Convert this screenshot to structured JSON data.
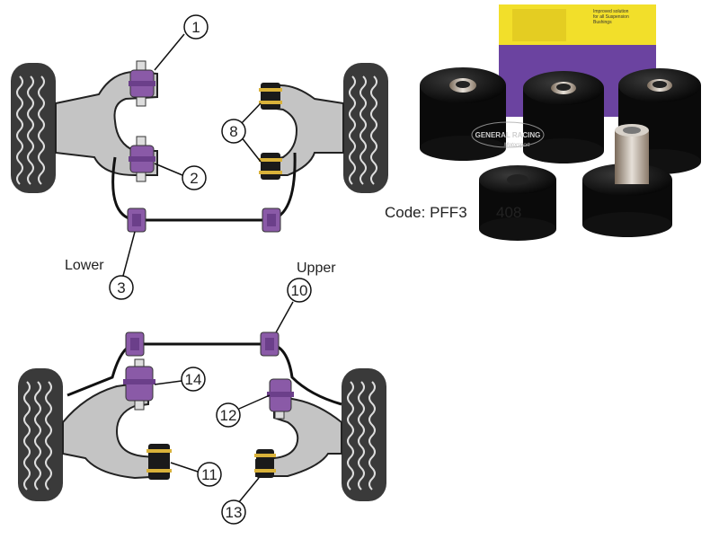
{
  "diagram": {
    "callouts": [
      "1",
      "2",
      "3",
      "8",
      "10",
      "11",
      "12",
      "13",
      "14"
    ],
    "labels": {
      "lower": "Lower",
      "upper": "Upper"
    }
  },
  "product": {
    "code_text": "Code: PFF3",
    "code_suffix": "408",
    "brand_mark": "GENERAL RACING",
    "brand_sub": "Motorsport",
    "box_text": [
      "Improved solution",
      "for all Suspension",
      "Bushings"
    ]
  },
  "colors": {
    "bushing_purple": "#8a5aa7",
    "bushing_black": "#1a1a1a",
    "arm_grey": "#c4c4c4",
    "tire": "#3a3a3a",
    "box_purple": "#6b43a0",
    "box_yellow": "#f2df2a"
  }
}
